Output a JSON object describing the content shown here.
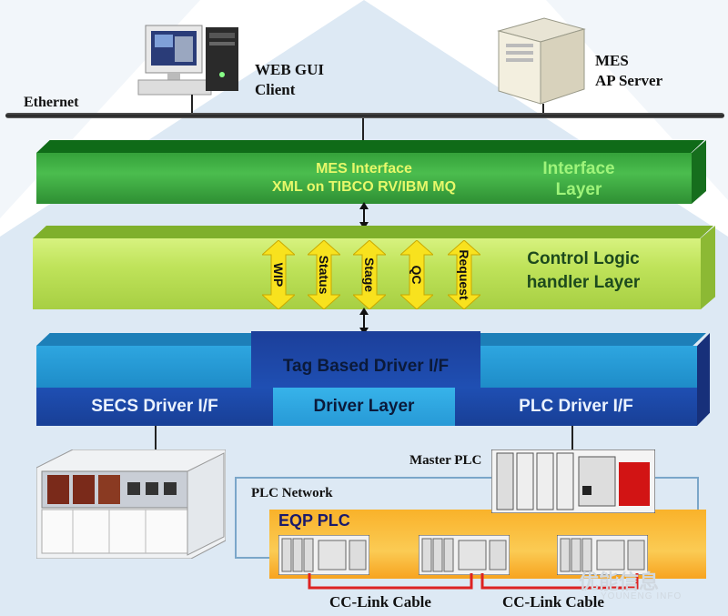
{
  "network": {
    "ethernet_label": "Ethernet",
    "client_label_line1": "WEB GUI",
    "client_label_line2": "Client",
    "server_label_line1": "MES",
    "server_label_line2": "AP Server"
  },
  "interface_layer": {
    "line1": "MES Interface",
    "line2": "XML on TIBCO RV/IBM MQ",
    "name_line1": "Interface",
    "name_line2": "Layer",
    "color": "#3fad43"
  },
  "control_layer": {
    "name_line1": "Control Logic",
    "name_line2": "handler Layer",
    "arrows": [
      "WIP",
      "Status",
      "Stage",
      "QC",
      "Request"
    ],
    "color": "#c8e96a"
  },
  "driver_layer": {
    "tag_based": "Tag Based Driver I/F",
    "secs": "SECS Driver I/F",
    "driver_layer": "Driver Layer",
    "plc": "PLC Driver I/F",
    "color_dark": "#1f4fb3",
    "color_light": "#2ea6e0"
  },
  "plc": {
    "master_plc": "Master PLC",
    "plc_network": "PLC Network",
    "eqp_plc": "EQP PLC",
    "cable_label_1": "CC-Link Cable",
    "cable_label_2": "CC-Link Cable"
  },
  "watermark": {
    "cn": "优能信息",
    "en": "YOUNENG INFO"
  }
}
